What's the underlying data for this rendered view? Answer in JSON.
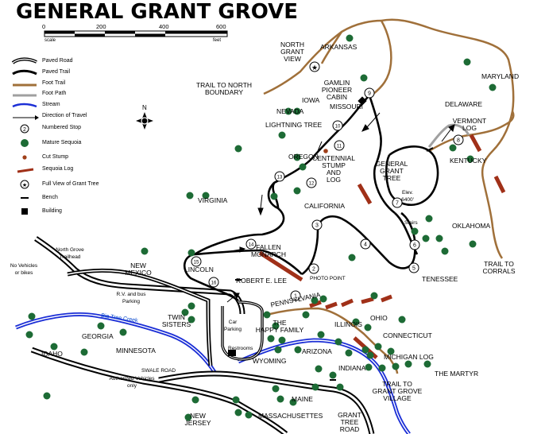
{
  "title": "GENERAL GRANT GROVE",
  "scale": {
    "ticks": [
      "0",
      "200",
      "400",
      "600"
    ],
    "left_label": "scale",
    "right_label": "feet"
  },
  "legend": [
    {
      "label": "Paved Road",
      "icon": "paved-road-line"
    },
    {
      "label": "Paved Trail",
      "icon": "paved-trail-line"
    },
    {
      "label": "Foot Trail",
      "icon": "foot-trail-line"
    },
    {
      "label": "Foot Path",
      "icon": "foot-path-line"
    },
    {
      "label": "Stream",
      "icon": "stream-line"
    },
    {
      "label": "Direction of Travel",
      "icon": "arrow-icon"
    },
    {
      "label": "Numbered Stop",
      "icon": "numbered-stop-icon"
    },
    {
      "label": "Mature Sequoia",
      "icon": "sequoia-icon"
    },
    {
      "label": "Cut Stump",
      "icon": "cut-stump-icon"
    },
    {
      "label": "Sequoia Log",
      "icon": "sequoia-log-icon"
    },
    {
      "label": "Full View of Grant Tree",
      "icon": "star-icon"
    },
    {
      "label": "Bench",
      "icon": "bench-icon"
    },
    {
      "label": "Building",
      "icon": "building-icon"
    }
  ],
  "compass": "N",
  "labels": {
    "north_grant_view": "NORTH\nGRANT\nVIEW",
    "arkansas": "ARKANSAS",
    "maryland": "MARYLAND",
    "trail_north_boundary": "TRAIL TO NORTH\nBOUNDARY",
    "gamlin_cabin": "GAMLIN\nPIONEER\nCABIN",
    "iowa": "IOWA",
    "nevada": "NEVADA",
    "missouri": "MISSOURI",
    "delaware": "DELAWARE",
    "vermont_log": "VERMONT\nLOG",
    "lightning_tree": "LIGHTNING TREE",
    "centennial": "CENTENNIAL\nSTUMP\nAND\nLOG",
    "general_grant": "GENERAL\nGRANT\nTREE",
    "elev": "Elev.\n6400'",
    "kentucky": "KENTUCKY",
    "oregon": "OREGON",
    "virginia": "VIRGINIA",
    "california": "CALIFORNIA",
    "stairs": "Stairs",
    "oklahoma": "OKLAHOMA",
    "trail_corrals": "TRAIL TO\nCORRALS",
    "north_grove_trailhead": "North Grove\nTrailhead",
    "no_vehicles": "No Vehicles\nor bikes",
    "new_mexico": "NEW\nMEXICO",
    "fallen_monarch": "FALLEN\nMONARCH",
    "lincoln": "LINCOLN",
    "robert_e_lee": "ROBERT E. LEE",
    "photo_point": "PHOTO POINT",
    "tenessee": "TENESSEE",
    "rv_parking": "R.V. and bus\nParking",
    "pennsylvania": "PENNSYLVANIA",
    "twin_sisters": "TWIN\nSISTERS",
    "car_parking": "Car\nParking",
    "happy_family": "THE\nHAPPY FAMILY",
    "illinois": "ILLINOIS",
    "ohio": "OHIO",
    "connecticut": "CONNECTICUT",
    "big_tree_creek": "Big Tree Creek",
    "georgia": "GEORGIA",
    "minnesota": "MINNESOTA",
    "idaho": "IDAHO",
    "restrooms": "Restrooms",
    "wyoming": "WYOMING",
    "arizona": "ARIZONA",
    "michigan_log": "MICHIGAN LOG",
    "swale_road": "SWALE ROAD",
    "authorized": "Authorized Vehicles\nonly",
    "indiana": "INDIANA",
    "the_martyr": "THE MARTYR",
    "trail_village": "TRAIL TO\nGRANT GROVE\nVILLAGE",
    "maine": "MAINE",
    "new_jersey": "NEW\nJERSEY",
    "massachusettes": "MASSACHUSETTES",
    "grant_tree_road": "GRANT\nTREE\nROAD"
  },
  "stops": [
    "1",
    "2",
    "3",
    "4",
    "5",
    "6",
    "7",
    "8",
    "9",
    "10",
    "11",
    "12",
    "13",
    "14",
    "15",
    "16"
  ],
  "colors": {
    "foot_trail": "#a0703a",
    "foot_path": "#a0a0a0",
    "stream": "#1c2fd6",
    "log": "#a03018"
  }
}
